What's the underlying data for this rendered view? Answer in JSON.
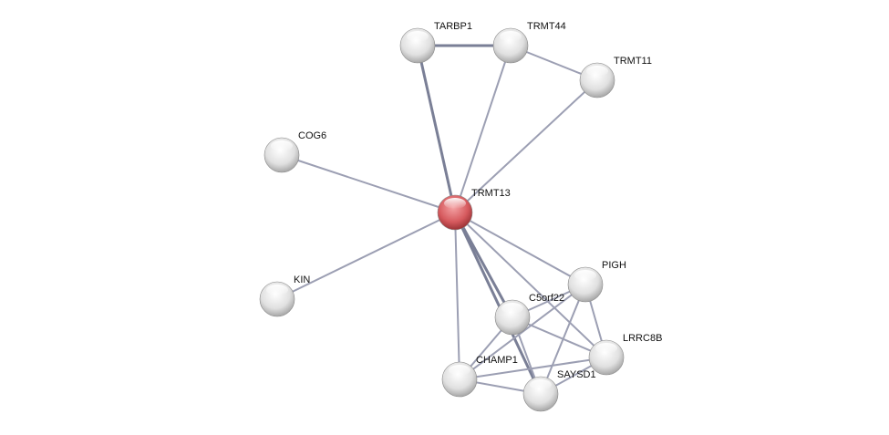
{
  "network": {
    "query_node": "TRMT13",
    "nodes": [
      "TARBP1",
      "TRMT44",
      "TRMT11",
      "COG6",
      "TRMT13",
      "KIN",
      "PIGH",
      "C5orf22",
      "LRRC8B",
      "CHAMP1",
      "SAYSD1"
    ],
    "edges": [
      [
        "TARBP1",
        "TRMT44"
      ],
      [
        "TRMT44",
        "TRMT11"
      ],
      [
        "TRMT11",
        "TRMT13"
      ],
      [
        "TARBP1",
        "TRMT13"
      ],
      [
        "TRMT44",
        "TRMT13"
      ],
      [
        "COG6",
        "TRMT13"
      ],
      [
        "KIN",
        "TRMT13"
      ],
      [
        "TRMT13",
        "PIGH"
      ],
      [
        "TRMT13",
        "C5orf22"
      ],
      [
        "TRMT13",
        "LRRC8B"
      ],
      [
        "TRMT13",
        "CHAMP1"
      ],
      [
        "TRMT13",
        "SAYSD1"
      ],
      [
        "PIGH",
        "C5orf22"
      ],
      [
        "PIGH",
        "LRRC8B"
      ],
      [
        "PIGH",
        "CHAMP1"
      ],
      [
        "PIGH",
        "SAYSD1"
      ],
      [
        "C5orf22",
        "LRRC8B"
      ],
      [
        "C5orf22",
        "CHAMP1"
      ],
      [
        "C5orf22",
        "SAYSD1"
      ],
      [
        "LRRC8B",
        "CHAMP1"
      ],
      [
        "LRRC8B",
        "SAYSD1"
      ],
      [
        "CHAMP1",
        "SAYSD1"
      ]
    ],
    "colors": {
      "query_node": "#d9585c",
      "node": "#e2e2e2",
      "edge": "#9c9fb3",
      "edge_strong": "#7a7f96"
    }
  }
}
